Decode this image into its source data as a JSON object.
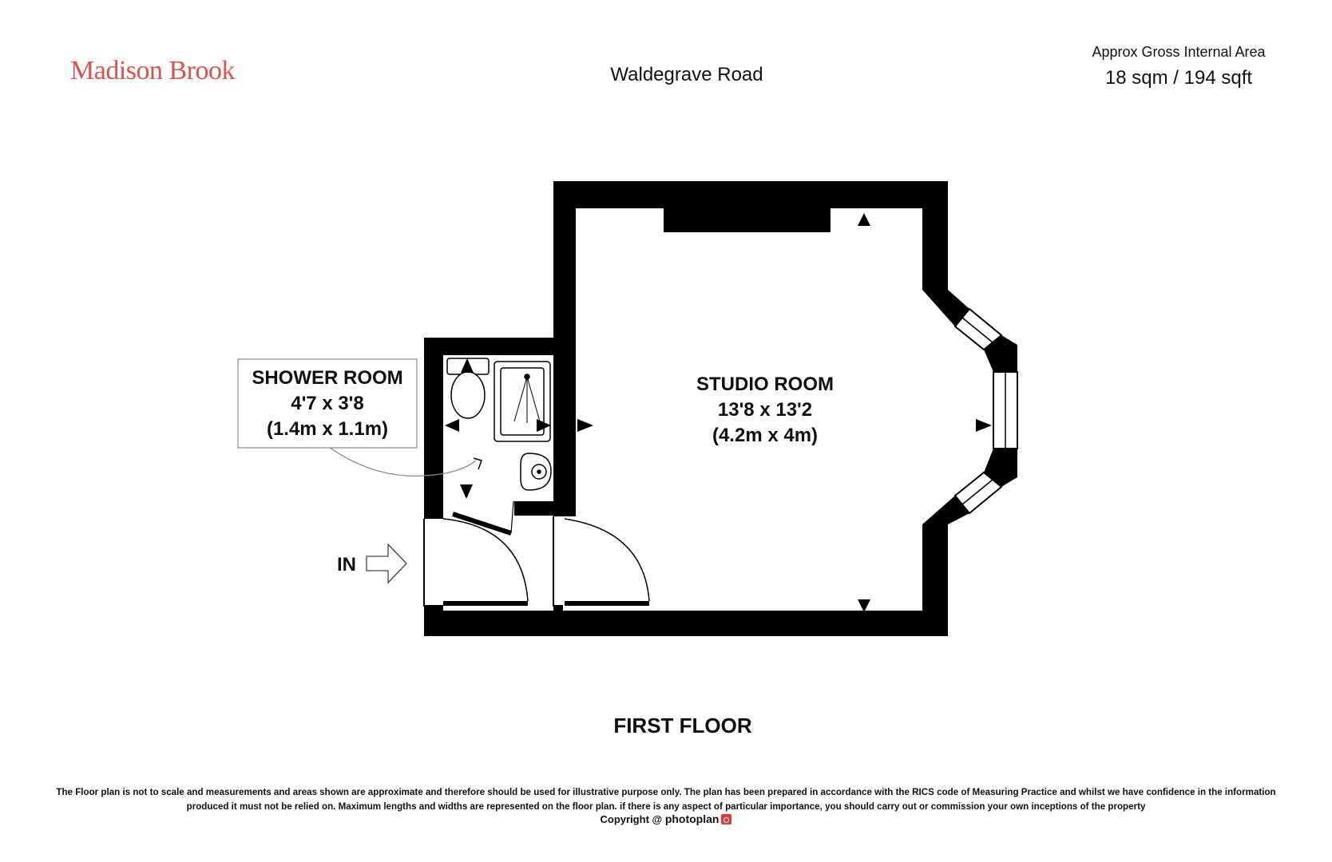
{
  "header": {
    "brand": "Madison Brook",
    "brand_color": "#d9534f",
    "property_name": "Waldegrave Road",
    "area_title": "Approx Gross Internal Area",
    "area_value": "18 sqm / 194 sqft"
  },
  "rooms": {
    "studio": {
      "name": "STUDIO ROOM",
      "imperial": "13'8 x 13'2",
      "metric": "(4.2m x 4m)"
    },
    "shower": {
      "name": "SHOWER ROOM",
      "imperial": "4'7 x 3'8",
      "metric": "(1.4m x 1.1m)"
    },
    "entrance_label": "IN"
  },
  "floor": {
    "title": "FIRST FLOOR"
  },
  "footer": {
    "disclaimer": "The Floor plan is not to scale and measurements and areas shown are approximate and therefore should be used for illustrative purpose only. The plan has been prepared in accordance with the RICS code of Measuring Practice and whilst we have confidence in the information produced it must not be relied on. Maximum  lengths and widths are represented on the floor plan. if there is any aspect of particular importance, you should carry out or commission your own inceptions of the property",
    "copyright_prefix": "Copyright @",
    "photoplan_brand": "photoplan",
    "photoplan_icon": "camera-icon",
    "photoplan_icon_color": "#e03a3a"
  }
}
